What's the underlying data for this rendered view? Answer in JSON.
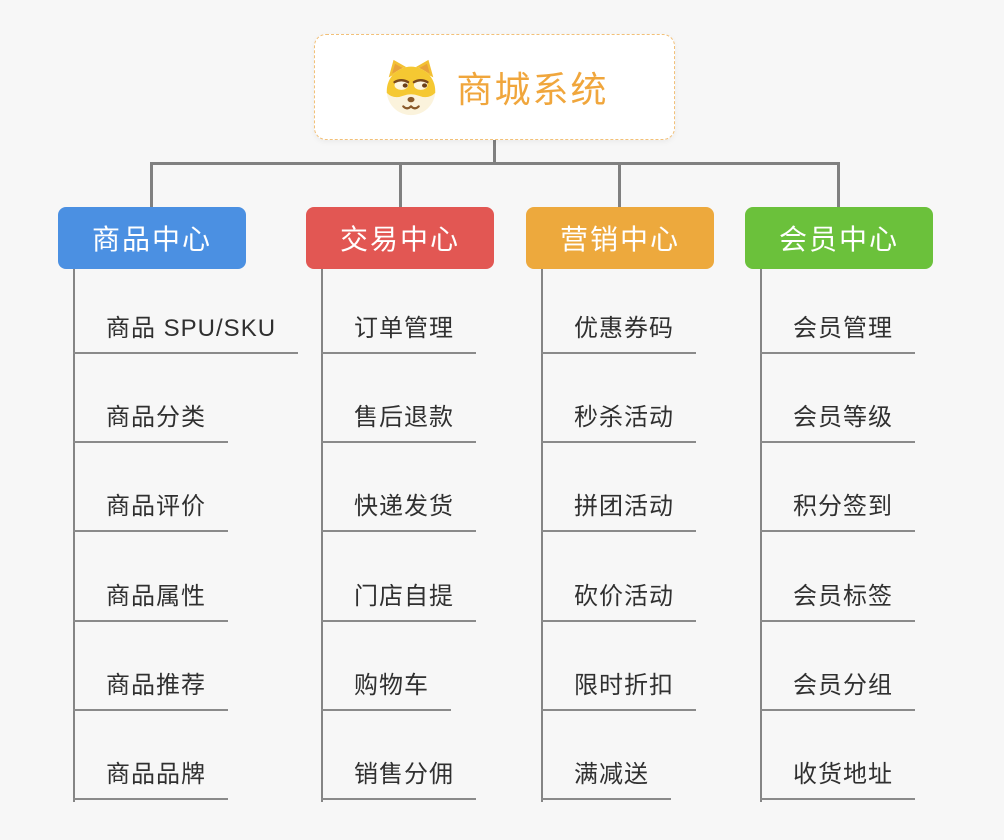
{
  "root": {
    "title": "商城系统",
    "icon": "dog-face-icon",
    "accent_color": "#f0a63c",
    "border_color": "#f2c078"
  },
  "branches": [
    {
      "label": "商品中心",
      "color": "#4b90e2",
      "items": [
        "商品 SPU/SKU",
        "商品分类",
        "商品评价",
        "商品属性",
        "商品推荐",
        "商品品牌"
      ]
    },
    {
      "label": "交易中心",
      "color": "#e25753",
      "items": [
        "订单管理",
        "售后退款",
        "快递发货",
        "门店自提",
        "购物车",
        "销售分佣"
      ]
    },
    {
      "label": "营销中心",
      "color": "#eda93d",
      "items": [
        "优惠券码",
        "秒杀活动",
        "拼团活动",
        "砍价活动",
        "限时折扣",
        "满减送"
      ]
    },
    {
      "label": "会员中心",
      "color": "#6bc13b",
      "items": [
        "会员管理",
        "会员等级",
        "积分签到",
        "会员标签",
        "会员分组",
        "收货地址"
      ]
    }
  ],
  "connector_color": "#808080",
  "background_color": "#f7f7f7",
  "leaf_text_color": "#303030"
}
